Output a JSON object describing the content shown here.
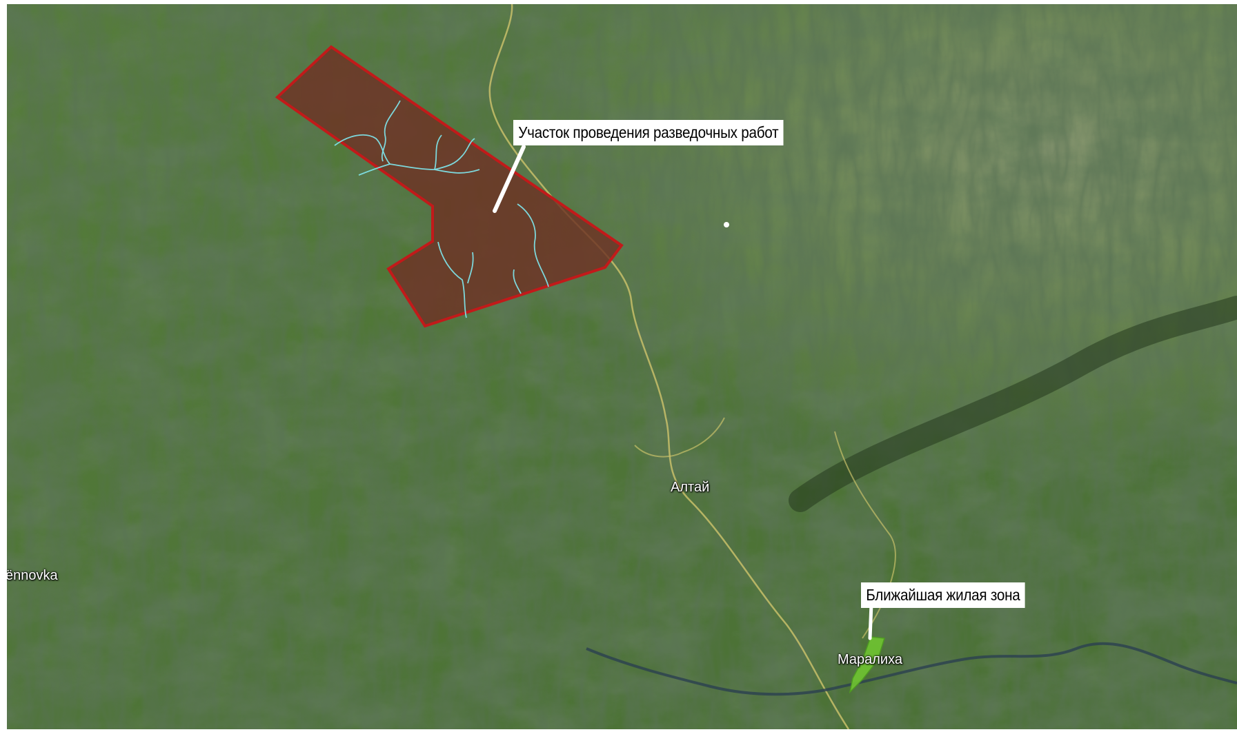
{
  "map": {
    "type": "satellite",
    "colors": {
      "terrain": "#4f7637",
      "terrain_dark": "#2f4a24",
      "terrain_light": "#8a9a6a",
      "area_fill": "#6e3224",
      "area_border": "#c21a1a",
      "streams": "#7ee0e6",
      "roads": "#c8c06a",
      "river": "#2a4050",
      "settlement": "#6fc431"
    }
  },
  "callouts": {
    "exploration_area": "Участок проведения разведочных работ",
    "nearest_residential": "Ближайшая жилая зона"
  },
  "places": {
    "altai": "Алтай",
    "maralikha": "Маралиха",
    "left_edge": "ënnovka"
  }
}
